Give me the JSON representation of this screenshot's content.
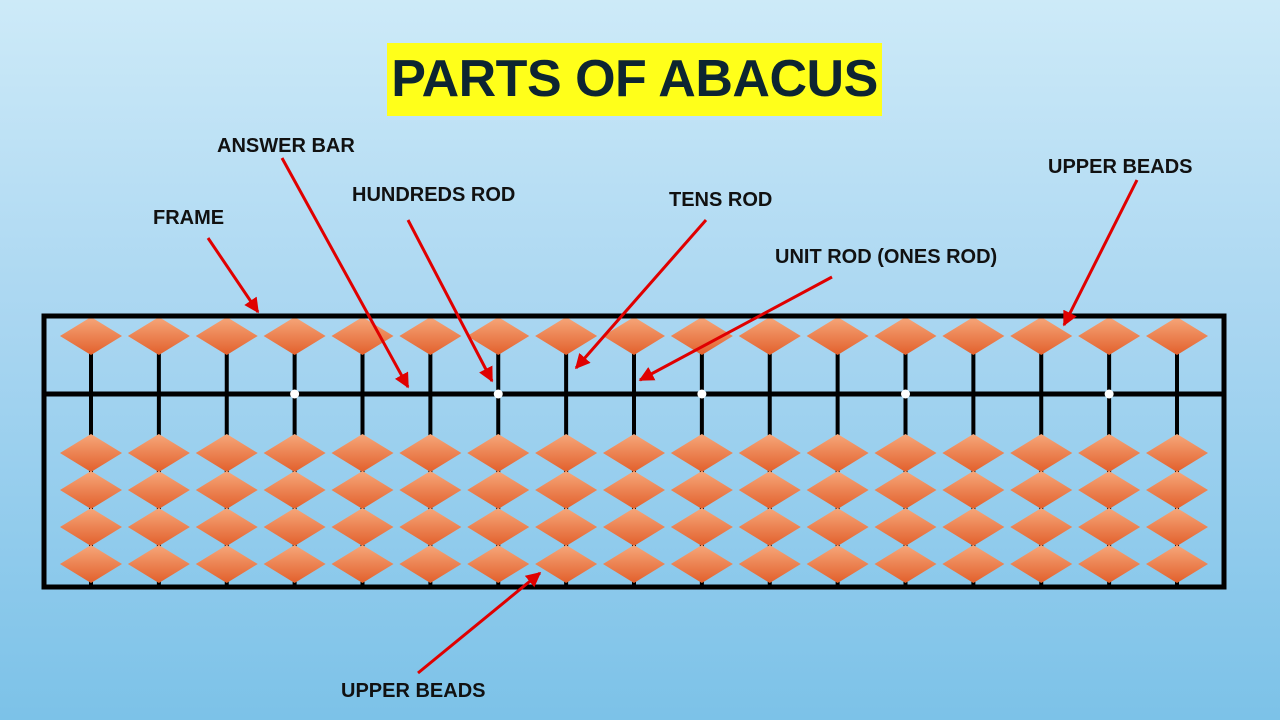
{
  "title": "PARTS OF ABACUS",
  "labels": {
    "answer_bar": "ANSWER BAR",
    "hundreds_rod": "HUNDREDS ROD",
    "frame": "FRAME",
    "tens_rod": "TENS ROD",
    "unit_rod": "UNIT ROD (ONES ROD)",
    "upper_beads_top": "UPPER BEADS",
    "upper_beads_bottom": "UPPER BEADS"
  },
  "abacus": {
    "rods": 17,
    "upper_beads_per_rod": 1,
    "lower_beads_per_rod": 4,
    "marker_rods": [
      3,
      6,
      9,
      12,
      15
    ]
  },
  "colors": {
    "background_top": "#cdeaf8",
    "background_bottom": "#7cc2e8",
    "title_bg": "#ffff1a",
    "title_text": "#0d2531",
    "bead_light": "#f6a77a",
    "bead_dark": "#e2602c",
    "frame": "#000000",
    "arrow": "#e00000",
    "marker": "#ffffff"
  }
}
